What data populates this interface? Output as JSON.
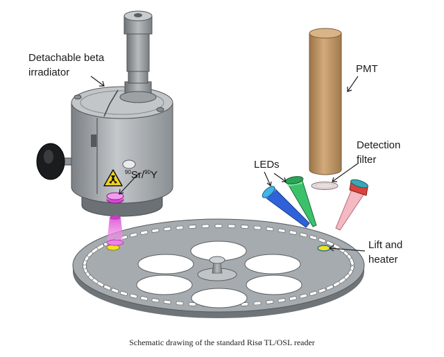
{
  "labels": {
    "irradiator_line1": "Detachable beta",
    "irradiator_line2": "irradiator",
    "pmt": "PMT",
    "detection_line1": "Detection",
    "detection_line2": "filter",
    "leds": "LEDs",
    "lift_line1": "Lift and",
    "lift_line2": "heater"
  },
  "source": {
    "mass_sr": "90",
    "element_sr": "Sr",
    "mass_y": "90",
    "element_y": "Y"
  },
  "caption": "Schematic drawing of the standard Risø TL/OSL reader",
  "wheel": {
    "slot_count": 64
  },
  "colors": {
    "metal": "#a8adb1",
    "pmt": "#c49a6c",
    "led_blue": "#2f62d8",
    "led_green": "#3cc16b",
    "filter_red": "#d9433b",
    "beam": "#e86ee0",
    "hazard": "#f2d31c"
  }
}
